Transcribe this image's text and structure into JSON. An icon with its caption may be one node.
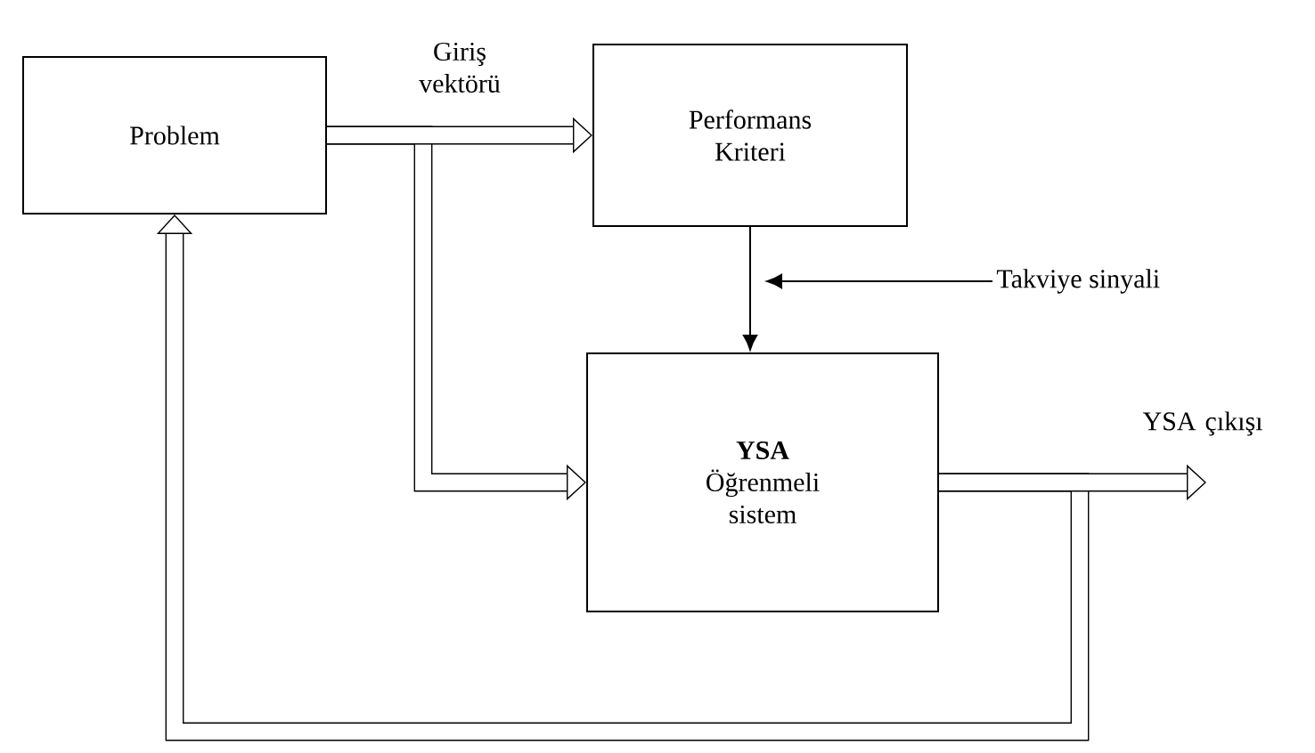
{
  "diagram": {
    "nodes": [
      {
        "text": [
          "Problem"
        ]
      },
      {
        "text": [
          "Performans Kriteri"
        ]
      },
      {
        "text": [
          "YSA",
          "Öğrenmeli sistem"
        ]
      },
      {
        "text": [
          "Takviye sinyali"
        ]
      }
    ],
    "edges": [
      {
        "from": 0,
        "to": 1,
        "arrow": "to",
        "label": "Giriş vektörü"
      },
      {
        "from": 0,
        "to": 2,
        "arrow": "to"
      },
      {
        "from": 1,
        "to": 2,
        "arrow": "to"
      },
      {
        "from": 3,
        "to": null,
        "arrow": "to"
      },
      {
        "from": 2,
        "to": null,
        "arrow": "to",
        "label": "YSA çıkışı"
      },
      {
        "from": 2,
        "to": 0,
        "arrow": "to"
      }
    ]
  }
}
